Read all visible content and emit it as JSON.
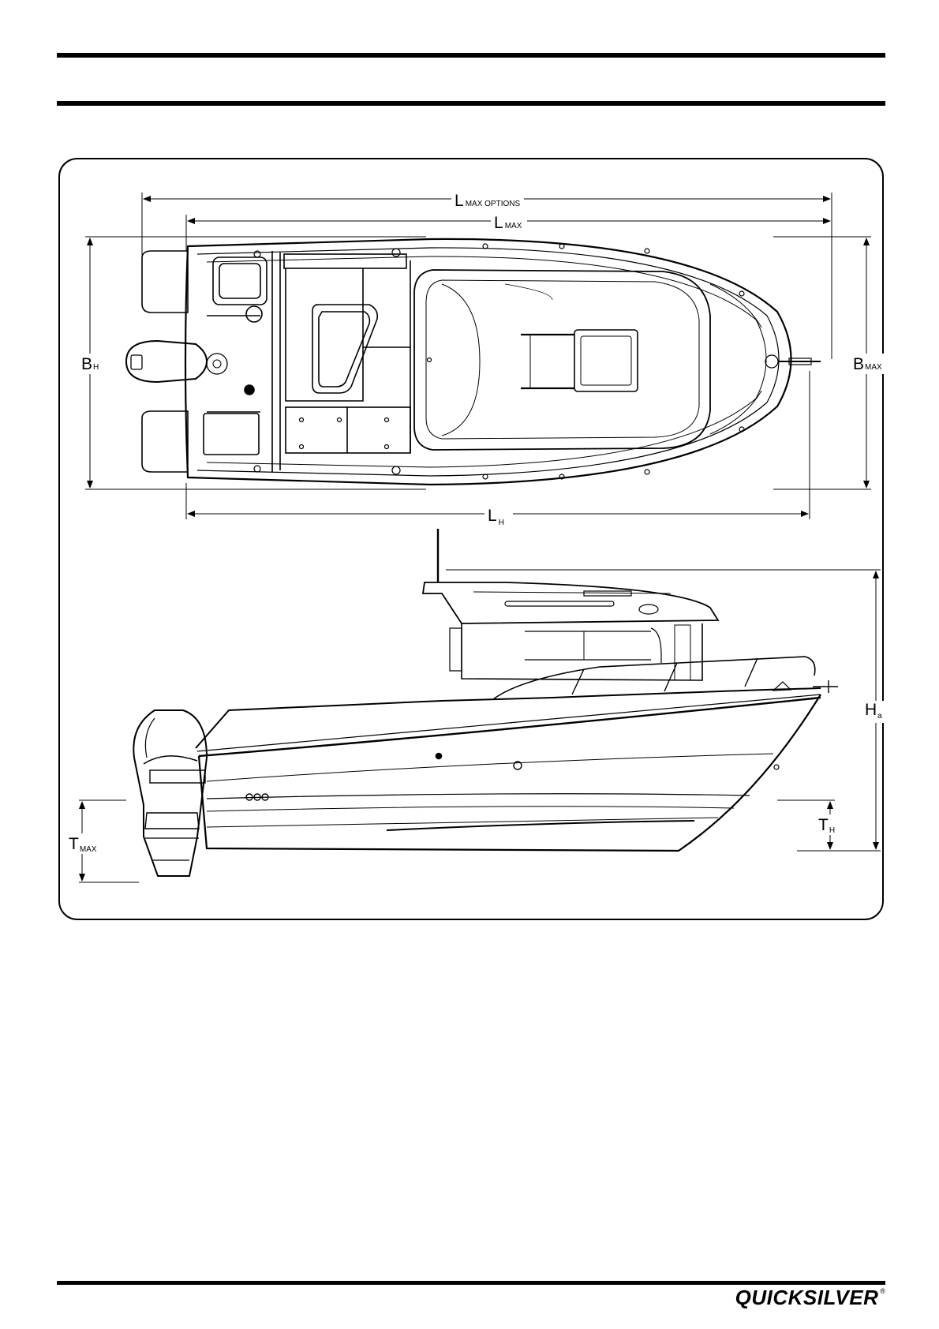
{
  "dimension_labels": {
    "l_max_options": {
      "main": "L",
      "sub": "MAX OPTIONS"
    },
    "l_max": {
      "main": "L",
      "sub": "MAX"
    },
    "b_h": {
      "main": "B",
      "sub": "H"
    },
    "b_max": {
      "main": "B",
      "sub": "MAX"
    },
    "l_h": {
      "main": "L",
      "sub": "H"
    },
    "h_a": {
      "main": "H",
      "sub": "a"
    },
    "t_h": {
      "main": "T",
      "sub": "H"
    },
    "t_max": {
      "main": "T",
      "sub": "MAX"
    }
  },
  "brand": {
    "logo_text": "QUICKSILVER",
    "registered_mark": "®"
  },
  "colors": {
    "ink": "#000000",
    "paper": "#ffffff"
  }
}
